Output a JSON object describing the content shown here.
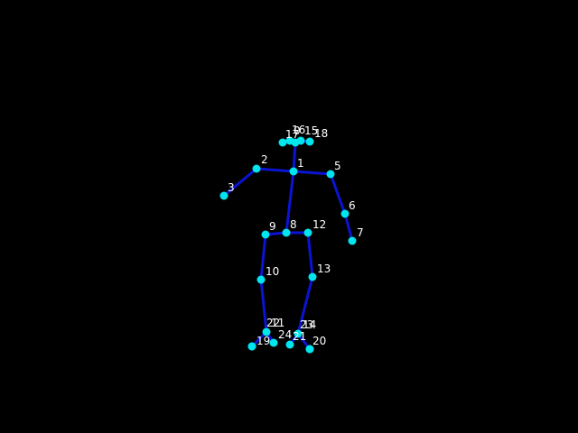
{
  "colors": {
    "background": "#000000",
    "bone": "#0a14d2",
    "joint": "#00e5ee",
    "label": "#ffffff"
  },
  "keypoints": [
    {
      "id": "0",
      "label": "0"
    },
    {
      "id": "1",
      "label": "1"
    },
    {
      "id": "2",
      "label": "2"
    },
    {
      "id": "3",
      "label": "3"
    },
    {
      "id": "5",
      "label": "5"
    },
    {
      "id": "6",
      "label": "6"
    },
    {
      "id": "7",
      "label": "7"
    },
    {
      "id": "8",
      "label": "8"
    },
    {
      "id": "9",
      "label": "9"
    },
    {
      "id": "10",
      "label": "10"
    },
    {
      "id": "11",
      "label": "11"
    },
    {
      "id": "12",
      "label": "12"
    },
    {
      "id": "13",
      "label": "13"
    },
    {
      "id": "14",
      "label": "14"
    },
    {
      "id": "15",
      "label": "15"
    },
    {
      "id": "16",
      "label": "16"
    },
    {
      "id": "17",
      "label": "17"
    },
    {
      "id": "18",
      "label": "18"
    },
    {
      "id": "19",
      "label": "19"
    },
    {
      "id": "20",
      "label": "20"
    },
    {
      "id": "21",
      "label": "21"
    },
    {
      "id": "22",
      "label": "22"
    },
    {
      "id": "23",
      "label": "23"
    },
    {
      "id": "24",
      "label": "24"
    }
  ],
  "bones": [
    [
      "0",
      "1"
    ],
    [
      "1",
      "2"
    ],
    [
      "2",
      "3"
    ],
    [
      "1",
      "5"
    ],
    [
      "5",
      "6"
    ],
    [
      "6",
      "7"
    ],
    [
      "1",
      "8"
    ],
    [
      "8",
      "9"
    ],
    [
      "9",
      "10"
    ],
    [
      "10",
      "11"
    ],
    [
      "8",
      "12"
    ],
    [
      "12",
      "13"
    ],
    [
      "13",
      "14"
    ],
    [
      "0",
      "15"
    ],
    [
      "0",
      "16"
    ],
    [
      "15",
      "17"
    ],
    [
      "16",
      "18"
    ],
    [
      "11",
      "24"
    ],
    [
      "11",
      "22"
    ],
    [
      "22",
      "23"
    ],
    [
      "14",
      "21"
    ],
    [
      "14",
      "19"
    ],
    [
      "19",
      "20"
    ]
  ]
}
